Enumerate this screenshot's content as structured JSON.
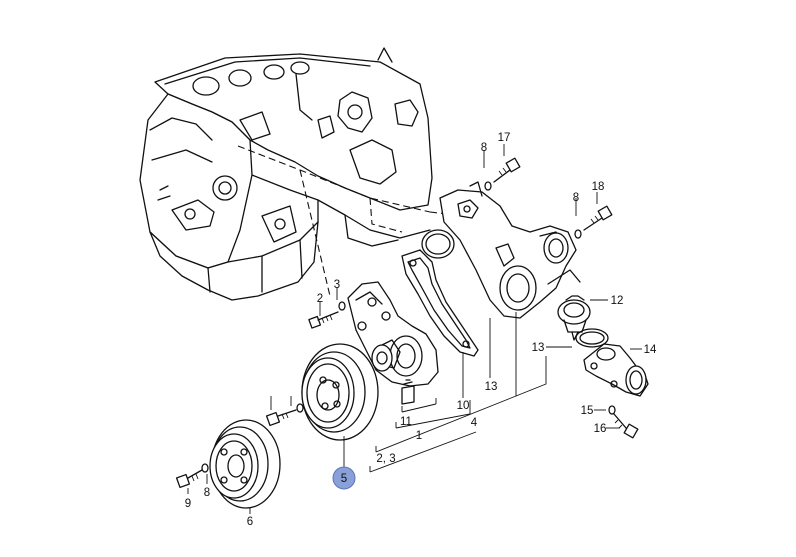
{
  "labels": {
    "p1": "1",
    "p2": "2",
    "p3": "3",
    "p4": "4",
    "p5": "5",
    "p6": "6",
    "p8a": "8",
    "p8b": "8",
    "p8c": "8",
    "p9": "9",
    "p10": "10",
    "p11": "11",
    "p12": "12",
    "p13a": "13",
    "p13b": "13",
    "p14": "14",
    "p15": "15",
    "p16": "16",
    "p17": "17",
    "p18": "18",
    "p23": "2, 3"
  },
  "highlight": {
    "part": "5",
    "color": "#8aa0d8"
  }
}
